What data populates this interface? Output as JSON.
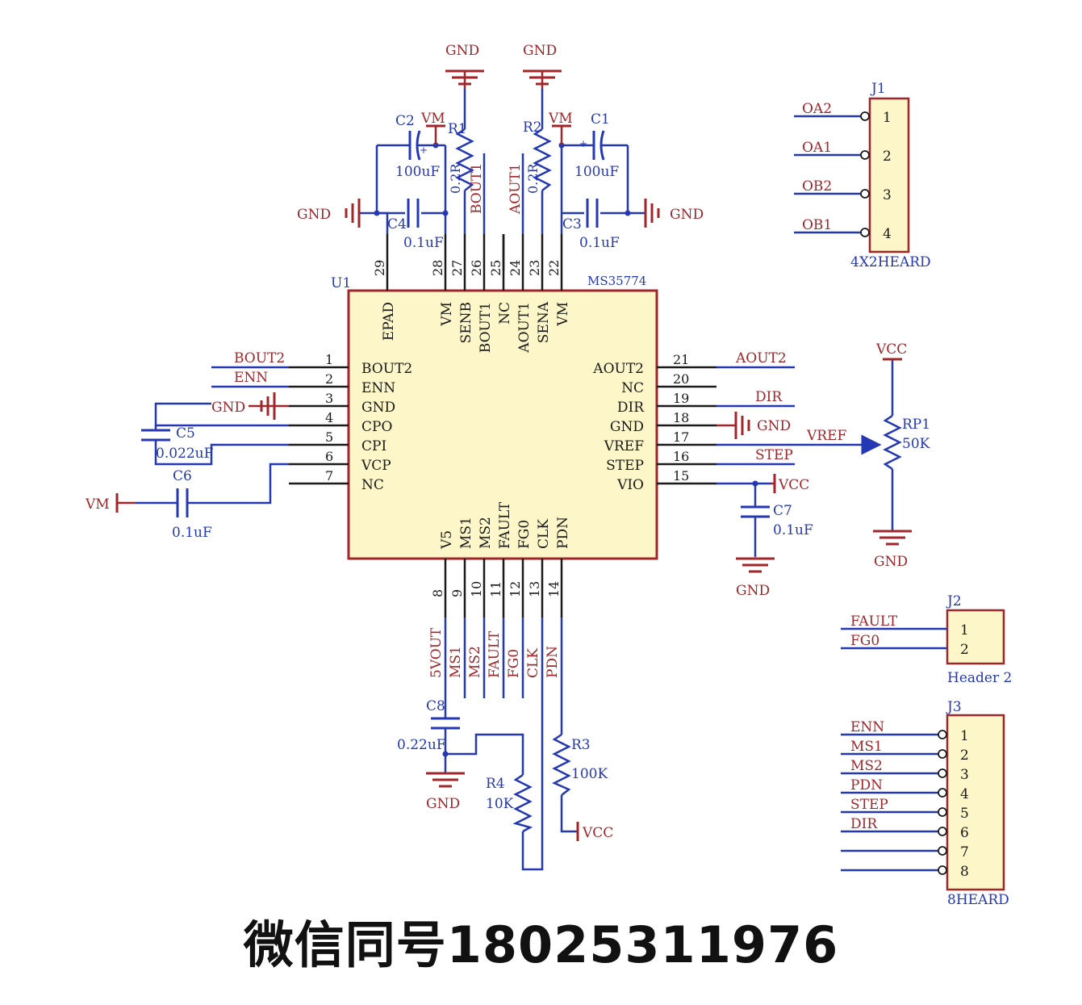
{
  "colors": {
    "wire": "#2438b4",
    "part": "#a0262a",
    "ic_fill": "#fdf6c8",
    "text": "#1a1a1a",
    "power": "#a0262a"
  },
  "caption": "微信同号18025311976",
  "u1": {
    "ref": "U1",
    "part": "MS35774",
    "left_pins": [
      {
        "num": "1",
        "name": "BOUT2"
      },
      {
        "num": "2",
        "name": "ENN"
      },
      {
        "num": "3",
        "name": "GND"
      },
      {
        "num": "4",
        "name": "CPO"
      },
      {
        "num": "5",
        "name": "CPI"
      },
      {
        "num": "6",
        "name": "VCP"
      },
      {
        "num": "7",
        "name": "NC"
      }
    ],
    "right_pins": [
      {
        "num": "21",
        "name": "AOUT2"
      },
      {
        "num": "20",
        "name": "NC"
      },
      {
        "num": "19",
        "name": "DIR"
      },
      {
        "num": "18",
        "name": "GND"
      },
      {
        "num": "17",
        "name": "VREF"
      },
      {
        "num": "16",
        "name": "STEP"
      },
      {
        "num": "15",
        "name": "VIO"
      }
    ],
    "top_pins": [
      {
        "num": "29",
        "name": "EPAD"
      },
      {
        "num": "28",
        "name": "VM"
      },
      {
        "num": "27",
        "name": "SENB"
      },
      {
        "num": "26",
        "name": "BOUT1"
      },
      {
        "num": "25",
        "name": "NC"
      },
      {
        "num": "24",
        "name": "AOUT1"
      },
      {
        "num": "23",
        "name": "SENA"
      },
      {
        "num": "22",
        "name": "VM"
      }
    ],
    "bottom_pins": [
      {
        "num": "8",
        "name": "V5"
      },
      {
        "num": "9",
        "name": "MS1"
      },
      {
        "num": "10",
        "name": "MS2"
      },
      {
        "num": "11",
        "name": "FAULT"
      },
      {
        "num": "12",
        "name": "FG0"
      },
      {
        "num": "13",
        "name": "CLK"
      },
      {
        "num": "14",
        "name": "PDN"
      }
    ]
  },
  "net_labels": {
    "left": [
      "BOUT2",
      "ENN"
    ],
    "right": [
      "AOUT2",
      "DIR",
      "VREF",
      "STEP"
    ],
    "top": [
      "BOUT1",
      "AOUT1"
    ],
    "bottom": [
      "5VOUT",
      "MS1",
      "MS2",
      "FAULT",
      "FG0",
      "CLK",
      "PDN"
    ]
  },
  "components": {
    "c1": {
      "ref": "C1",
      "value": "100uF"
    },
    "c2": {
      "ref": "C2",
      "value": "100uF"
    },
    "c3": {
      "ref": "C3",
      "value": "0.1uF"
    },
    "c4": {
      "ref": "C4",
      "value": "0.1uF"
    },
    "c5": {
      "ref": "C5",
      "value": "0.022uF"
    },
    "c6": {
      "ref": "C6",
      "value": "0.1uF"
    },
    "c7": {
      "ref": "C7",
      "value": "0.1uF"
    },
    "c8": {
      "ref": "C8",
      "value": "0.22uF"
    },
    "r1": {
      "ref": "R1",
      "value": "0.2R"
    },
    "r2": {
      "ref": "R2",
      "value": "0.2R"
    },
    "r3": {
      "ref": "R3",
      "value": "100K"
    },
    "r4": {
      "ref": "R4",
      "value": "10K"
    },
    "rp1": {
      "ref": "RP1",
      "value": "50K"
    }
  },
  "power": {
    "gnd": "GND",
    "vm": "VM",
    "vcc": "VCC"
  },
  "j1": {
    "ref": "J1",
    "name": "4X2HEARD",
    "pins": [
      {
        "num": "1",
        "net": "OA2"
      },
      {
        "num": "2",
        "net": "OA1"
      },
      {
        "num": "3",
        "net": "OB2"
      },
      {
        "num": "4",
        "net": "OB1"
      }
    ]
  },
  "j2": {
    "ref": "J2",
    "name": "Header 2",
    "pins": [
      {
        "num": "1",
        "net": "FAULT"
      },
      {
        "num": "2",
        "net": "FG0"
      }
    ]
  },
  "j3": {
    "ref": "J3",
    "name": "8HEARD",
    "pins": [
      {
        "num": "1",
        "net": "ENN"
      },
      {
        "num": "2",
        "net": "MS1"
      },
      {
        "num": "3",
        "net": "MS2"
      },
      {
        "num": "4",
        "net": "PDN"
      },
      {
        "num": "5",
        "net": "STEP"
      },
      {
        "num": "6",
        "net": "DIR"
      },
      {
        "num": "7",
        "net": ""
      },
      {
        "num": "8",
        "net": ""
      }
    ]
  }
}
